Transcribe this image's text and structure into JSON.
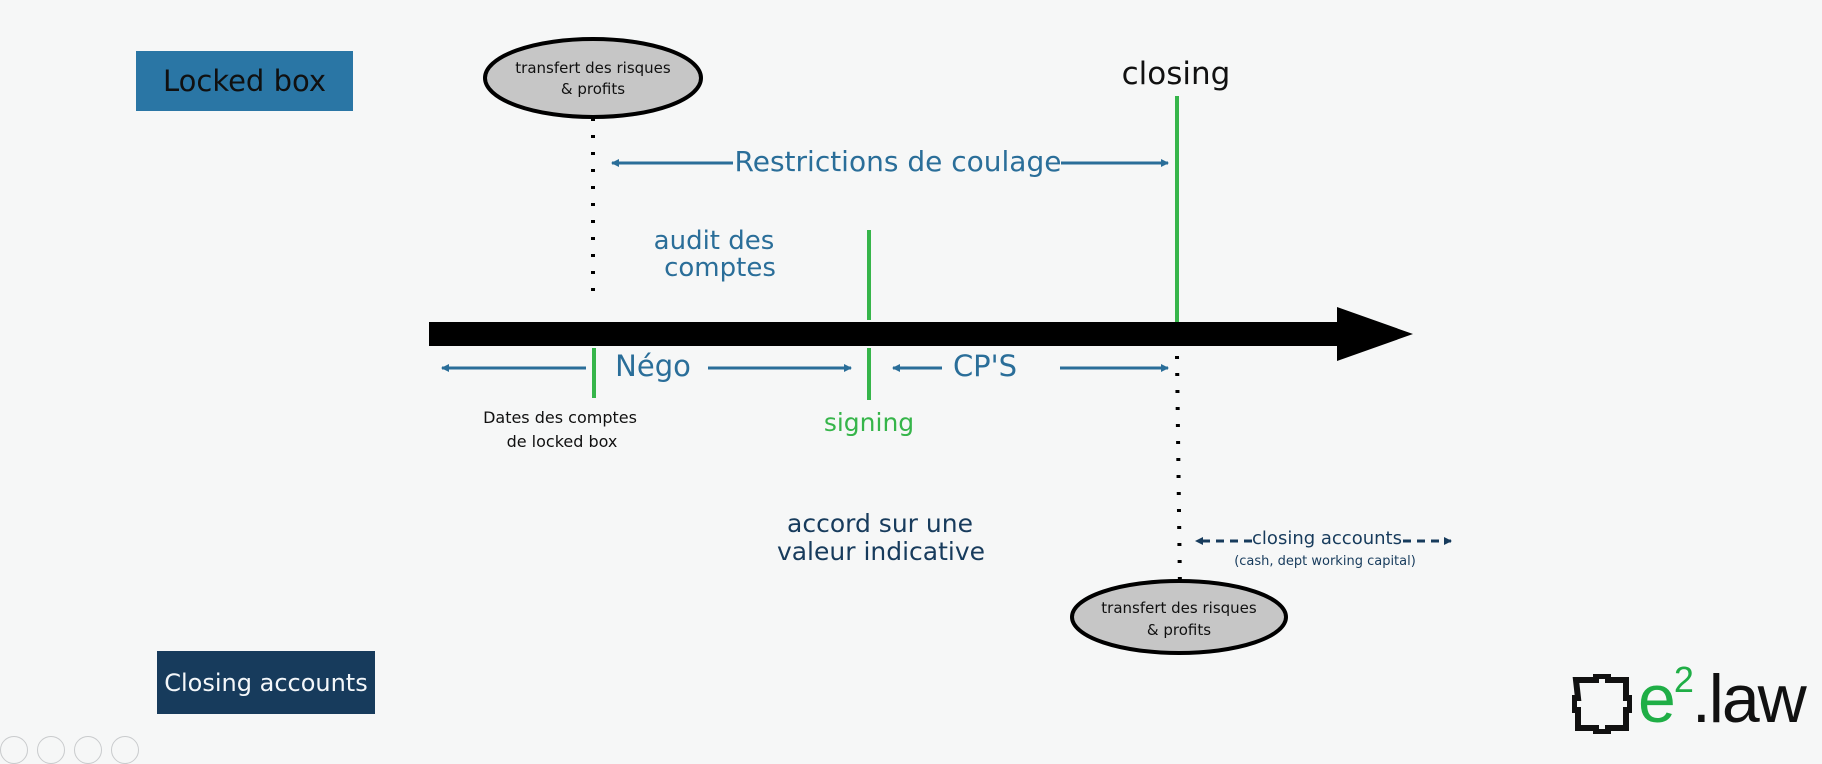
{
  "title": {
    "locked_box": "Locked box",
    "closing_accounts": "Closing accounts"
  },
  "labels": {
    "transfert_top_1": "transfert des risques",
    "transfert_top_2": "& profits",
    "closing": "closing",
    "restrictions": "Restrictions de coulage",
    "audit_1": "audit des",
    "audit_2": "comptes",
    "nego": "Négo",
    "cps": "CP'S",
    "dates_1": "Dates des comptes",
    "dates_2": "de locked box",
    "signing": "signing",
    "accord_1": "accord sur une",
    "accord_2": "valeur indicative",
    "closing_accounts_small": "closing accounts",
    "closing_accounts_sub": "(cash, dept working capital)",
    "transfert_bottom_1": "transfert des risques",
    "transfert_bottom_2": "& profits"
  },
  "logo": {
    "e": "e",
    "sup": "2",
    "law": ".law"
  },
  "colors": {
    "blue_text": "#2a6e99",
    "navy_text": "#173b5c",
    "green": "#36b54a",
    "black": "#000000",
    "grey_blob": "#c6c6c6"
  },
  "icons": {
    "logo_square": "square-logo-icon",
    "toolbar_1": "pen-icon",
    "toolbar_2": "grid-icon",
    "toolbar_3": "search-icon",
    "toolbar_4": "menu-icon"
  }
}
